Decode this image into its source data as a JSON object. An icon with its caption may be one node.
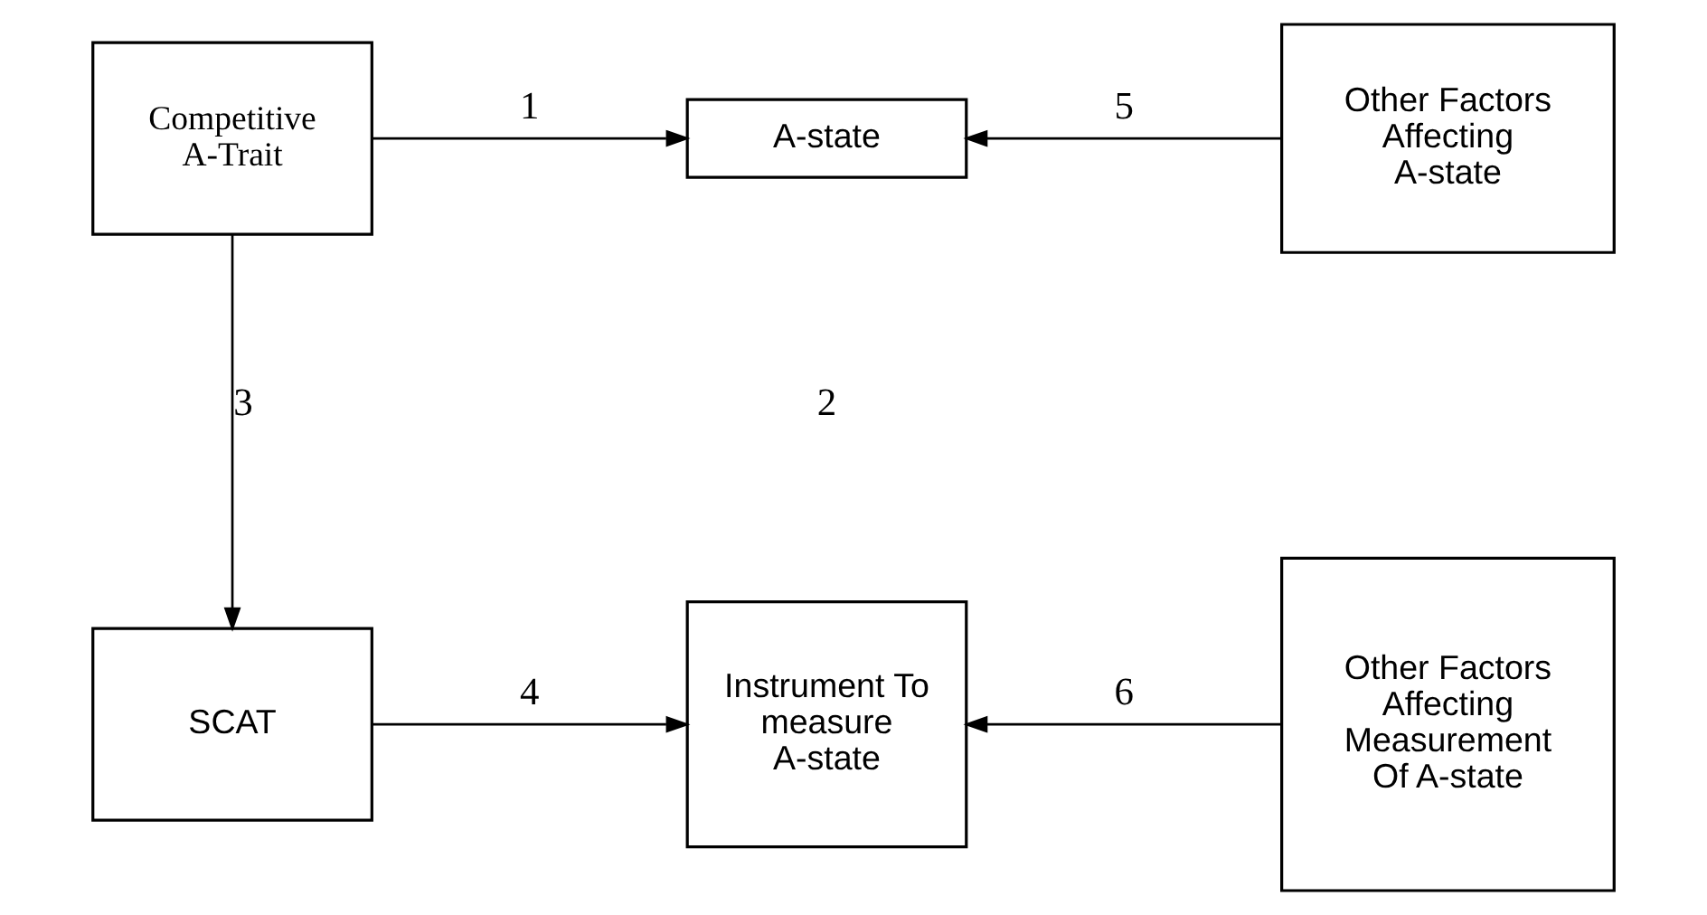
{
  "diagram": {
    "nodes": [
      {
        "text": [
          "Competitive A-Trait"
        ]
      },
      {
        "text": [
          "A-state"
        ]
      },
      {
        "text": [
          "Other Factors Affecting A-state"
        ]
      },
      {
        "text": [
          "SCAT"
        ]
      },
      {
        "text": [
          "Instrument To measure A-state"
        ]
      },
      {
        "text": [
          "Other Factors Affecting Measurement Of A-state"
        ]
      }
    ],
    "edges": [
      {
        "from": 0,
        "to": 1,
        "arrow": "to",
        "label": "1"
      },
      {
        "from": 2,
        "to": 1,
        "arrow": "to",
        "label": "5"
      },
      {
        "from": 0,
        "to": 3,
        "arrow": "to",
        "label": "3"
      },
      {
        "from": 3,
        "to": 4,
        "arrow": "to",
        "label": "4"
      },
      {
        "from": 5,
        "to": 4,
        "arrow": "to",
        "label": "6"
      }
    ],
    "labels": [
      "2"
    ]
  }
}
